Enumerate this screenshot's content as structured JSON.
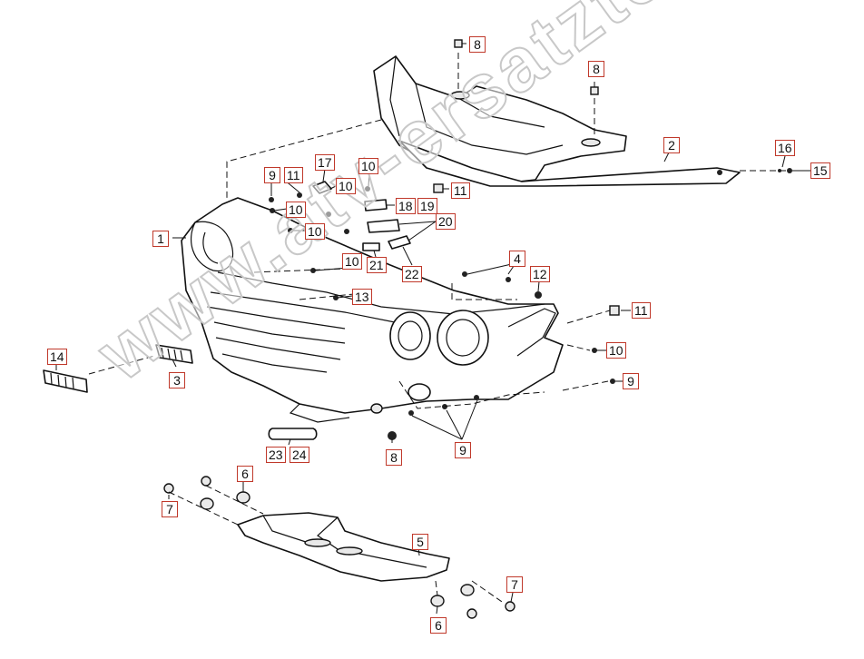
{
  "watermark": {
    "text": "www.atv-ersatzteile.de"
  },
  "colors": {
    "label_border": "#c0392b",
    "line": "#111111",
    "watermark": "#c8c8c8"
  },
  "callouts": [
    {
      "id": "c1",
      "text": "1"
    },
    {
      "id": "c2",
      "text": "2"
    },
    {
      "id": "c3",
      "text": "3"
    },
    {
      "id": "c4",
      "text": "4"
    },
    {
      "id": "c5",
      "text": "5"
    },
    {
      "id": "c6a",
      "text": "6"
    },
    {
      "id": "c6b",
      "text": "6"
    },
    {
      "id": "c7a",
      "text": "7"
    },
    {
      "id": "c7b",
      "text": "7"
    },
    {
      "id": "c8a",
      "text": "8"
    },
    {
      "id": "c8b",
      "text": "8"
    },
    {
      "id": "c8c",
      "text": "8"
    },
    {
      "id": "c9a",
      "text": "9"
    },
    {
      "id": "c9b",
      "text": "9"
    },
    {
      "id": "c9c",
      "text": "9"
    },
    {
      "id": "c10a",
      "text": "10"
    },
    {
      "id": "c10b",
      "text": "10"
    },
    {
      "id": "c10c",
      "text": "10"
    },
    {
      "id": "c10d",
      "text": "10"
    },
    {
      "id": "c10e",
      "text": "10"
    },
    {
      "id": "c10f",
      "text": "10"
    },
    {
      "id": "c11a",
      "text": "11"
    },
    {
      "id": "c11b",
      "text": "11"
    },
    {
      "id": "c11c",
      "text": "11"
    },
    {
      "id": "c12",
      "text": "12"
    },
    {
      "id": "c13",
      "text": "13"
    },
    {
      "id": "c14",
      "text": "14"
    },
    {
      "id": "c15",
      "text": "15"
    },
    {
      "id": "c16",
      "text": "16"
    },
    {
      "id": "c17",
      "text": "17"
    },
    {
      "id": "c18",
      "text": "18"
    },
    {
      "id": "c19",
      "text": "19"
    },
    {
      "id": "c20",
      "text": "20"
    },
    {
      "id": "c21",
      "text": "21"
    },
    {
      "id": "c22",
      "text": "22"
    },
    {
      "id": "c23",
      "text": "23"
    },
    {
      "id": "c24",
      "text": "24"
    }
  ]
}
